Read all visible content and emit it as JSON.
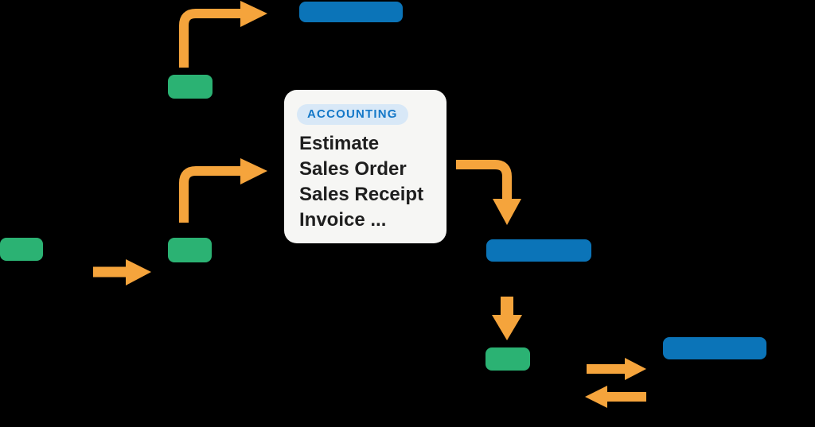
{
  "diagram": {
    "card": {
      "tag": "ACCOUNTING",
      "items": [
        "Estimate",
        "Sales Order",
        "Sales Receipt",
        "Invoice ..."
      ]
    }
  },
  "colors": {
    "background": "#000000",
    "green": "#2bb273",
    "blue": "#0b74b8",
    "orange": "#f5a43c",
    "card_bg": "#f6f6f4",
    "badge_bg": "#d8e8f7",
    "badge_text": "#1478c8",
    "card_text": "#1f1f1f"
  }
}
